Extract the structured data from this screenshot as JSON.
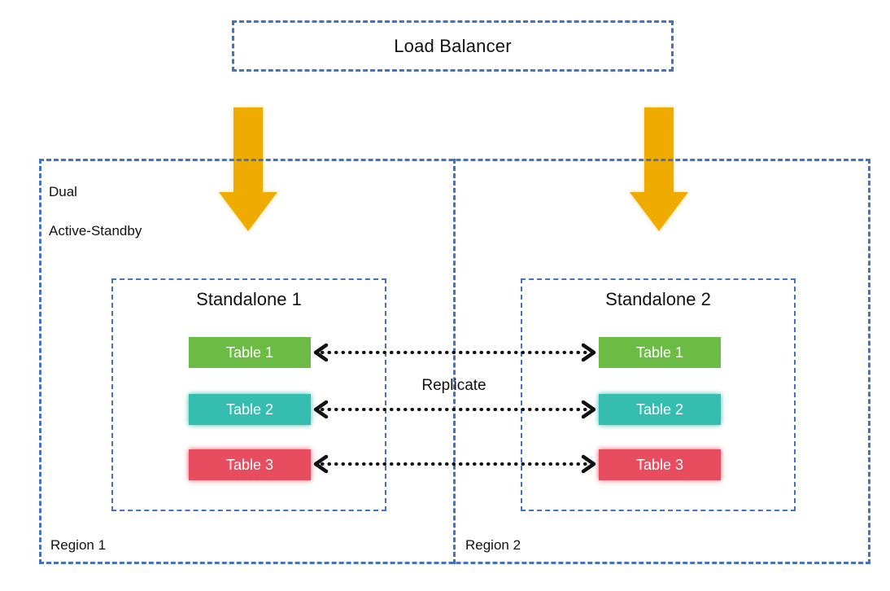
{
  "diagram": {
    "load_balancer": {
      "label": "Load Balancer"
    },
    "group": {
      "label_line1": "Dual",
      "label_line2": "Active-Standby"
    },
    "regions": [
      {
        "label": "Region 1"
      },
      {
        "label": "Region 2"
      }
    ],
    "standalones": [
      {
        "title": "Standalone 1",
        "tables": [
          "Table 1",
          "Table 2",
          "Table 3"
        ]
      },
      {
        "title": "Standalone 2",
        "tables": [
          "Table 1",
          "Table 2",
          "Table 3"
        ]
      }
    ],
    "replicate_label": "Replicate",
    "colors": {
      "border_blue": "#4472C4",
      "arrow_orange": "#F0AB00",
      "arrow_glow": "#FFE3A0",
      "table_green": "#6CBB45",
      "table_teal": "#35BDAF",
      "table_red": "#E84C5F",
      "dotted_black": "#111111"
    }
  }
}
